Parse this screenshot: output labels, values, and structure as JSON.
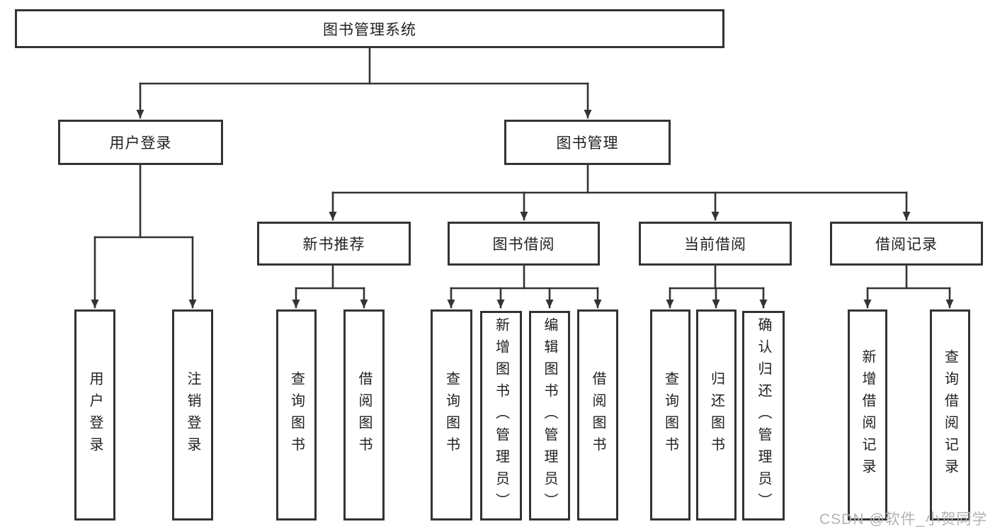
{
  "diagram": {
    "root": {
      "label": "图书管理系统"
    },
    "children": [
      {
        "label": "用户登录",
        "children": [
          {
            "label": "用户登录"
          },
          {
            "label": "注销登录"
          }
        ]
      },
      {
        "label": "图书管理",
        "children": [
          {
            "label": "新书推荐",
            "children": [
              {
                "label": "查询图书"
              },
              {
                "label": "借阅图书"
              }
            ]
          },
          {
            "label": "图书借阅",
            "children": [
              {
                "label": "查询图书"
              },
              {
                "label": "新增图书（管理员）"
              },
              {
                "label": "编辑图书（管理员）"
              },
              {
                "label": "借阅图书"
              }
            ]
          },
          {
            "label": "当前借阅",
            "children": [
              {
                "label": "查询图书"
              },
              {
                "label": "归还图书"
              },
              {
                "label": "确认归还（管理员）"
              }
            ]
          },
          {
            "label": "借阅记录",
            "children": [
              {
                "label": "新增借阅记录"
              },
              {
                "label": "查询借阅记录"
              }
            ]
          }
        ]
      }
    ]
  },
  "watermark": {
    "text": "CSDN @软件_小贺同学"
  },
  "colors": {
    "line": "#333333",
    "node_border": "#333333",
    "text": "#212121",
    "watermark": "#b3b3b3",
    "background": "#ffffff"
  }
}
